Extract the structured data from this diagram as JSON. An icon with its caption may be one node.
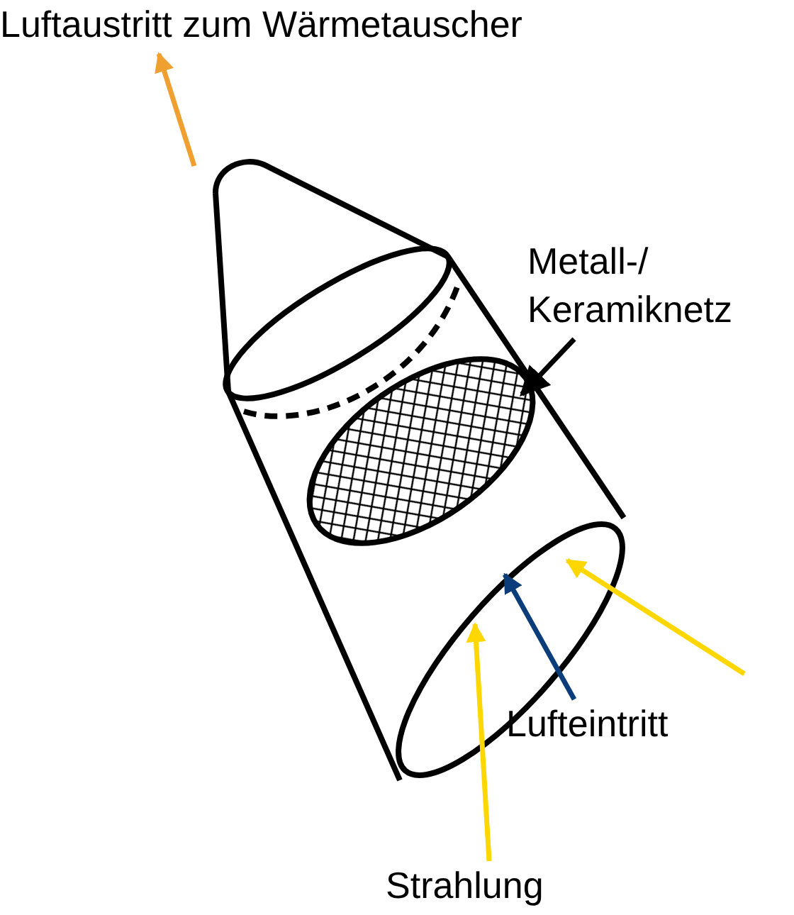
{
  "diagram": {
    "nodes": [
      {
        "text": [
          "Luftaustritt zum Wärmetauscher"
        ]
      },
      {
        "text": [
          "Metall-/ Keramiknetz"
        ]
      },
      {
        "text": [],
        "shape": "cylinder"
      },
      {
        "text": [],
        "shape": "circle",
        "in": 2
      },
      {
        "text": [
          "Lufteintritt"
        ]
      },
      {
        "text": [
          "Strahlung"
        ]
      },
      {
        "text": [],
        "shape": "ellipse",
        "in": 2
      }
    ],
    "edges": [
      {
        "from": 2,
        "to": 0,
        "arrow": "to",
        "color": "#f0a030"
      },
      {
        "from": 1,
        "to": 3,
        "arrow": "to",
        "color": "#000000"
      },
      {
        "from": 4,
        "to": 6,
        "arrow": "to",
        "color": "#0b3d7a"
      },
      {
        "from": 5,
        "to": 6,
        "arrow": "to",
        "color": "#ffd700"
      },
      {
        "from": null,
        "to": 6,
        "arrow": "to",
        "color": "#ffd700"
      }
    ]
  }
}
